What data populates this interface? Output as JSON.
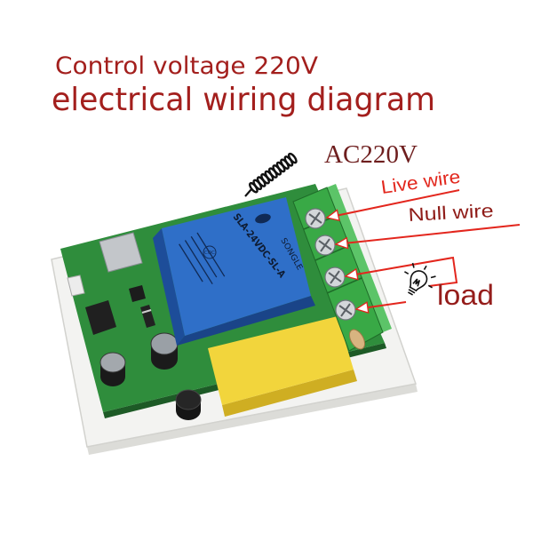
{
  "heading": {
    "line1": "Control voltage 220V",
    "line2": "electrical wiring diagram"
  },
  "wiring": {
    "supply": "AC220V",
    "live": "Live wire",
    "null": "Null wire",
    "load": "load",
    "load_icon": "light-bulb-icon"
  },
  "relay": {
    "model": "SLA-24VDC-SL-A",
    "brand": "SONGLE",
    "cert": "CQC"
  },
  "colors": {
    "heading": "#a31f1d",
    "supply": "#6e1e1e",
    "live": "#e2271d",
    "null": "#8f1c18",
    "load": "#951d1b",
    "wire": "#e3261d",
    "pcb": "#2f8d3c",
    "relay": "#2f6fc8",
    "capacitor": "#f2d53c",
    "terminal": "#39a946"
  }
}
